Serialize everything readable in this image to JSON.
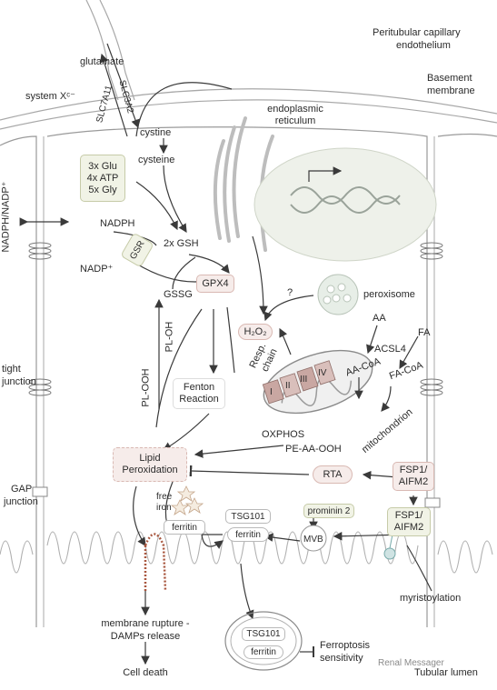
{
  "labels": {
    "glutamate": "glutamate",
    "system_xc": "system Xᶜ⁻",
    "slc7a11": "SLC7A11",
    "slc3a2": "SLC3A2",
    "cystine": "cystine",
    "cysteine": "cysteine",
    "glu": "3x Glu",
    "atp": "4x ATP",
    "gly": "5x Gly",
    "nadph_nadp": "NADPH/NADP⁺",
    "nadph": "NADPH",
    "nadp": "NADP⁺",
    "gsr": "GSR",
    "gsh": "2x GSH",
    "gssg": "GSSG",
    "gpx4": "GPX4",
    "capillary_line1": "Peritubular capillary",
    "capillary_line2": "endothelium",
    "basement_line1": "Basement",
    "basement_line2": "membrane",
    "er_line1": "endoplasmic",
    "er_line2": "reticulum",
    "question": "?",
    "peroxisome": "peroxisome",
    "h2o2": "H₂O₂",
    "resp_line1": "Resp.",
    "resp_line2": "chain",
    "complex_1": "I",
    "complex_2": "II",
    "complex_3": "III",
    "complex_4": "IV",
    "aa": "AA",
    "fa": "FA",
    "acsl4": "ACSL4",
    "aa_coa": "AA-CoA",
    "fa_coa": "FA-CoA",
    "pl_ooh": "PL-OOH",
    "pl_oh": "PL-OH",
    "fenton_line1": "Fenton",
    "fenton_line2": "Reaction",
    "oxphos": "OXPHOS",
    "pe_aa_ooh": "PE-AA-OOH",
    "mitochondrion": "mitochondrion",
    "tight_line1": "tight",
    "tight_line2": "junction",
    "lipid_line1": "Lipid",
    "lipid_line2": "Peroxidation",
    "rta": "RTA",
    "fsp1_top_line1": "FSP1/",
    "fsp1_top_line2": "AIFM2",
    "fsp1_mid_line1": "FSP1/",
    "fsp1_mid_line2": "AIFM2",
    "gap_line1": "GAP",
    "gap_line2": "junction",
    "free_line1": "free",
    "free_line2": "iron",
    "ferritin_left": "ferritin",
    "tsg101_mid": "TSG101",
    "ferritin_mid": "ferritin",
    "prominin": "prominin 2",
    "mvb": "MVB",
    "myristoylation": "myristoylation",
    "membrane_line1": "membrane rupture -",
    "membrane_line2": "DAMPs release",
    "cell_death": "Cell death",
    "tsg101_bottom": "TSG101",
    "ferritin_bottom": "ferritin",
    "ferroptosis_line1": "Ferroptosis",
    "ferroptosis_line2": "sensitivity",
    "tubular_lumen": "Tubular lumen",
    "watermark": "Renal Messager"
  },
  "colors": {
    "pink_fill": "#f6ecea",
    "green_fill": "#f1f3e6",
    "complex_fill": "#c9a7a2",
    "membrane": "#9a9a9a",
    "line": "#3a3a3a"
  }
}
